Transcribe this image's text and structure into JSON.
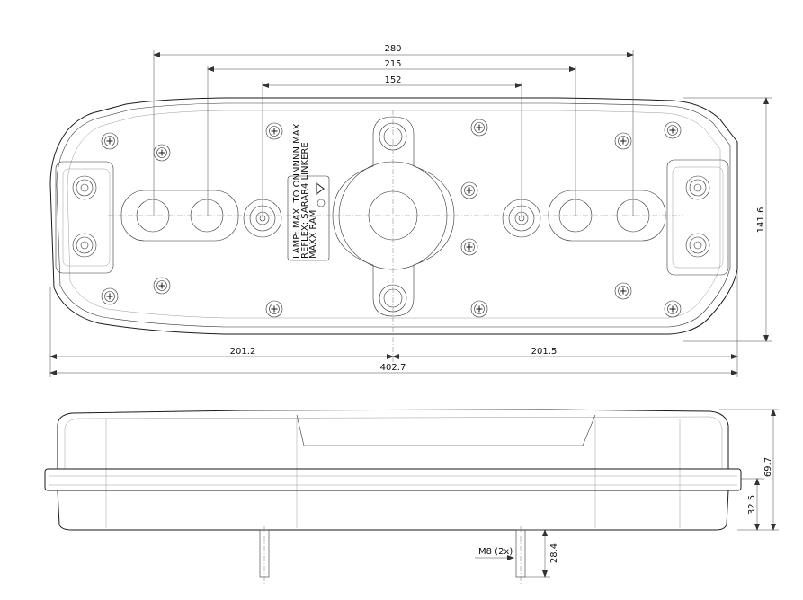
{
  "dimensions": {
    "width_280": "280",
    "width_215": "215",
    "width_152": "152",
    "height_141_6": "141.6",
    "left_201_2": "201.2",
    "right_201_5": "201.5",
    "overall_402_7": "402.7",
    "side_height_69_7": "69.7",
    "side_base_32_5": "32.5",
    "stud_length_28_4": "28.4",
    "thread_label": "M8 (2x)"
  },
  "label_plate": {
    "line1": "LAMP: MAX. TO   ONNNNN MAX.",
    "line2": "REFLEX: SARAR4 LINKERE",
    "line3": "MAXX RAM"
  },
  "colors": {
    "stroke": "#1a1a1a",
    "background": "#ffffff"
  }
}
